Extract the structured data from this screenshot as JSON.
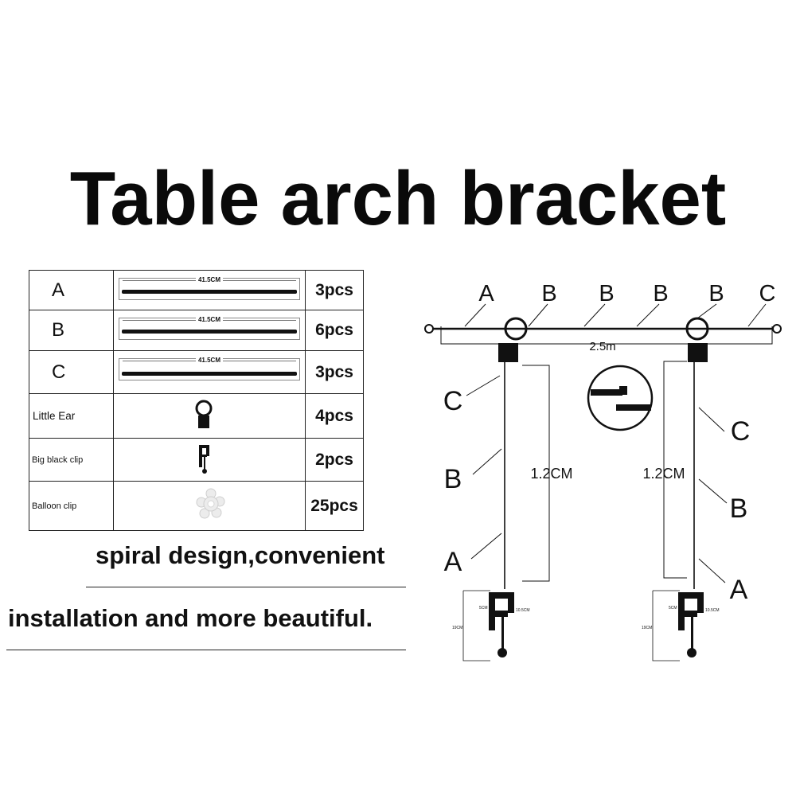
{
  "title": "Table arch bracket",
  "parts": [
    {
      "label": "A",
      "length": "41.5CM",
      "qty": "3pcs"
    },
    {
      "label": "B",
      "length": "41.5CM",
      "qty": "6pcs"
    },
    {
      "label": "C",
      "length": "41.5CM",
      "qty": "3pcs"
    },
    {
      "label": "Little Ear",
      "qty": "4pcs",
      "icon": "little-ear-icon"
    },
    {
      "label": "Big black clip",
      "qty": "2pcs",
      "icon": "clamp-icon"
    },
    {
      "label": "Balloon clip",
      "qty": "25pcs",
      "icon": "balloon-clip-icon"
    }
  ],
  "slogan": {
    "line1": "spiral design,convenient",
    "line2": "installation and more beautiful."
  },
  "diagram": {
    "top_labels": [
      "A",
      "B",
      "B",
      "B",
      "B",
      "C"
    ],
    "width_label": "2.5m",
    "height_label": "1.2CM",
    "left_post_labels": [
      "C",
      "B",
      "A"
    ],
    "right_post_labels": [
      "C",
      "B",
      "A"
    ],
    "clamp_dims": {
      "d1": "5CM",
      "d2": "10.5CM",
      "d3": "19CM"
    }
  }
}
